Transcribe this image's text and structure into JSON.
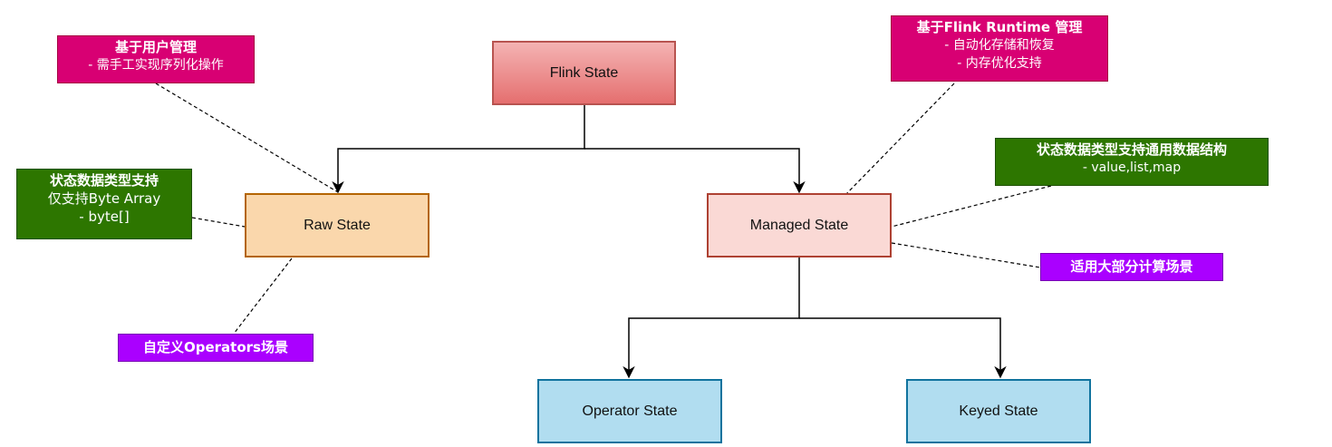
{
  "colors": {
    "flink_fill_top": "#f4b3b3",
    "flink_fill_bottom": "#e56f6f",
    "flink_border": "#b85450",
    "raw_fill": "#fad7ac",
    "raw_border": "#b46504",
    "managed_fill": "#fad9d5",
    "managed_border": "#ae4132",
    "sub_fill": "#b1ddf0",
    "sub_border": "#10739e",
    "pink": "#d80073",
    "green": "#2d7600",
    "purple": "#aa00ff"
  },
  "nodes": {
    "flink": "Flink State",
    "raw": "Raw State",
    "managed": "Managed State",
    "operator": "Operator State",
    "keyed": "Keyed State"
  },
  "notes": {
    "user_managed": {
      "title": "基于用户管理",
      "line1": "- 需手工实现序列化操作"
    },
    "runtime_managed": {
      "title": "基于Flink Runtime 管理",
      "line1": "- 自动化存储和恢复",
      "line2": "- 内存优化支持"
    },
    "raw_types": {
      "title": "状态数据类型支持",
      "line1": "仅支持Byte Array",
      "line2": "- byte[]"
    },
    "managed_types": {
      "title": "状态数据类型支持通用数据结构",
      "line1": "- value,list,map"
    },
    "raw_scene": {
      "title": "自定义Operators场景"
    },
    "managed_scene": {
      "title": "适用大部分计算场景"
    }
  }
}
